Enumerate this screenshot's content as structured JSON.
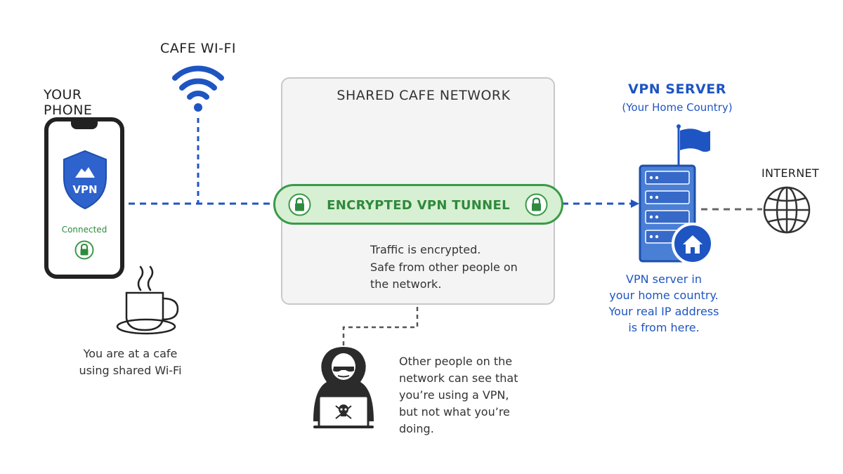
{
  "phone": {
    "title": "YOUR PHONE",
    "shield_text": "VPN",
    "status": "Connected"
  },
  "wifi": {
    "title": "CAFE WI-FI"
  },
  "cafe": {
    "caption_line1": "You are at a cafe",
    "caption_line2": "using shared Wi-Fi"
  },
  "network": {
    "title": "SHARED CAFE NETWORK",
    "tunnel_label": "ENCRYPTED VPN TUNNEL",
    "traffic_line1": "Traffic is encrypted.",
    "traffic_line2": "Safe from other people on",
    "traffic_line3": "the network."
  },
  "observer": {
    "line1": "Other people on the",
    "line2": "network can see that",
    "line3": "you’re using a VPN,",
    "line4": "but not what you’re",
    "line5": "doing."
  },
  "server": {
    "title": "VPN SERVER",
    "subtitle": "(Your Home Country)",
    "caption_line1": "VPN server in",
    "caption_line2": "your home country.",
    "caption_line3": "Your real IP address",
    "caption_line4": "is from here."
  },
  "internet": {
    "title": "INTERNET"
  },
  "icons": {
    "wifi": "wifi-icon",
    "shield": "vpn-shield-icon",
    "lock": "lock-icon",
    "coffee": "coffee-cup-icon",
    "people": "people-group-icon",
    "hacker": "hooded-hacker-icon",
    "server": "server-rack-icon",
    "flag": "flag-icon",
    "home": "home-icon",
    "globe": "globe-icon"
  },
  "colors": {
    "blue": "#1e55c2",
    "green": "#3a9a48",
    "tunnel_fill": "#d7efd2",
    "network_fill": "#f4f4f4",
    "dark": "#222222",
    "gray_icon": "#666666"
  }
}
